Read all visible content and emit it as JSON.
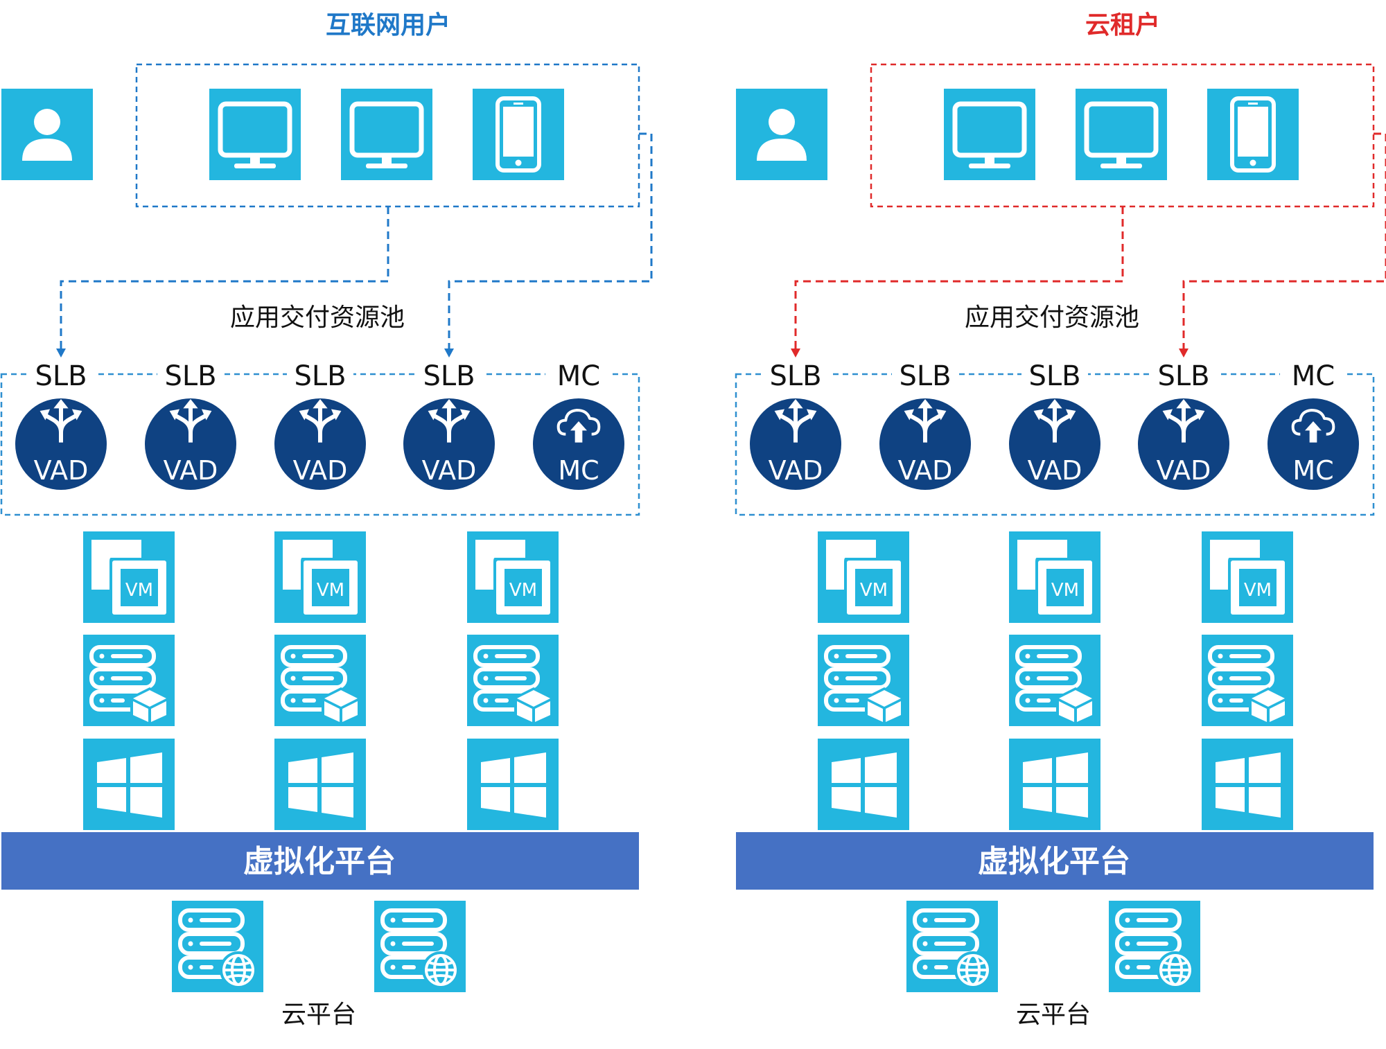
{
  "colors": {
    "tile": "#23B6DF",
    "navy": "#0F4282",
    "bar": "#4571C4",
    "blue_line": "#1F78C8",
    "red_line": "#E02A2A",
    "pool_border": "#2E8FD0"
  },
  "panels": [
    {
      "title": "互联网用户",
      "title_color": "#1F78C8",
      "line_color": "#1F78C8",
      "pool_label": "应用交付资源池",
      "platform_label": "虚拟化平台",
      "cloud_label": "云平台",
      "user_icon": "user-icon",
      "devices": [
        "monitor-icon",
        "monitor-icon",
        "phone-icon"
      ],
      "pool_nodes": [
        {
          "label": "SLB",
          "badge": "VAD",
          "icon": "load-balancer-icon"
        },
        {
          "label": "SLB",
          "badge": "VAD",
          "icon": "load-balancer-icon"
        },
        {
          "label": "SLB",
          "badge": "VAD",
          "icon": "load-balancer-icon"
        },
        {
          "label": "SLB",
          "badge": "VAD",
          "icon": "load-balancer-icon"
        },
        {
          "label": "MC",
          "badge": "MC",
          "icon": "cloud-upload-icon"
        }
      ],
      "vm_label": "VM"
    },
    {
      "title": "云租户",
      "title_color": "#E02A2A",
      "line_color": "#E02A2A",
      "pool_label": "应用交付资源池",
      "platform_label": "虚拟化平台",
      "cloud_label": "云平台",
      "user_icon": "user-icon",
      "devices": [
        "monitor-icon",
        "monitor-icon",
        "phone-icon"
      ],
      "pool_nodes": [
        {
          "label": "SLB",
          "badge": "VAD",
          "icon": "load-balancer-icon"
        },
        {
          "label": "SLB",
          "badge": "VAD",
          "icon": "load-balancer-icon"
        },
        {
          "label": "SLB",
          "badge": "VAD",
          "icon": "load-balancer-icon"
        },
        {
          "label": "SLB",
          "badge": "VAD",
          "icon": "load-balancer-icon"
        },
        {
          "label": "MC",
          "badge": "MC",
          "icon": "cloud-upload-icon"
        }
      ],
      "vm_label": "VM"
    }
  ]
}
